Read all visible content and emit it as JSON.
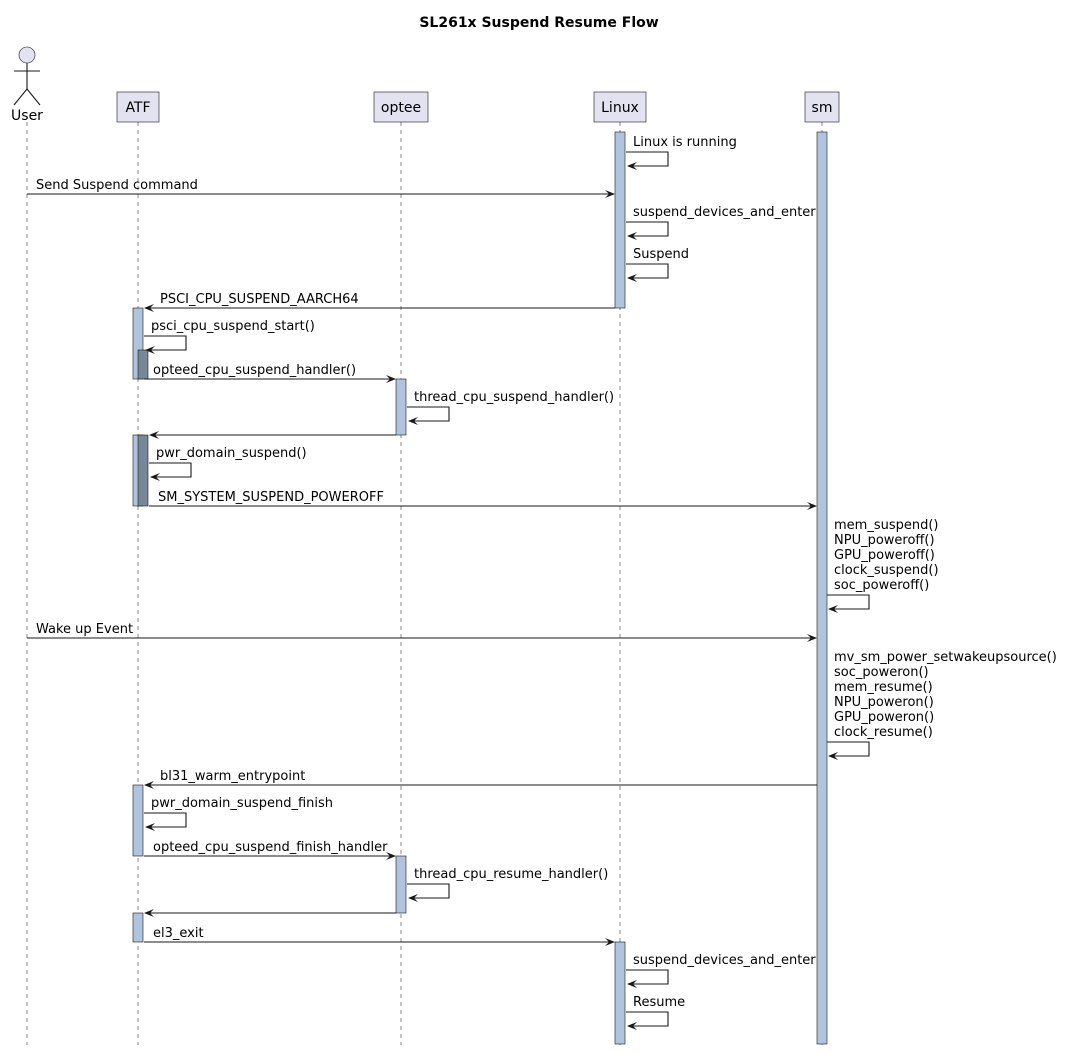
{
  "title": "SL261x Suspend Resume Flow",
  "participants": [
    {
      "id": "user",
      "label": "User",
      "kind": "actor"
    },
    {
      "id": "atf",
      "label": "ATF",
      "kind": "participant"
    },
    {
      "id": "optee",
      "label": "optee",
      "kind": "participant"
    },
    {
      "id": "linux",
      "label": "Linux",
      "kind": "participant"
    },
    {
      "id": "sm",
      "label": "sm",
      "kind": "participant"
    }
  ],
  "messages": [
    {
      "from": "linux",
      "to": "linux",
      "lines": [
        "Linux is running"
      ]
    },
    {
      "from": "user",
      "to": "linux",
      "lines": [
        "Send Suspend command"
      ]
    },
    {
      "from": "linux",
      "to": "linux",
      "lines": [
        "suspend_devices_and_enter"
      ]
    },
    {
      "from": "linux",
      "to": "linux",
      "lines": [
        "Suspend"
      ]
    },
    {
      "from": "linux",
      "to": "atf",
      "lines": [
        "PSCI_CPU_SUSPEND_AARCH64"
      ]
    },
    {
      "from": "atf",
      "to": "atf",
      "lines": [
        "psci_cpu_suspend_start()"
      ]
    },
    {
      "from": "atf",
      "to": "optee",
      "lines": [
        "opteed_cpu_suspend_handler()"
      ]
    },
    {
      "from": "optee",
      "to": "optee",
      "lines": [
        "thread_cpu_suspend_handler()"
      ]
    },
    {
      "from": "optee",
      "to": "atf",
      "lines": []
    },
    {
      "from": "atf",
      "to": "atf",
      "lines": [
        "pwr_domain_suspend()"
      ]
    },
    {
      "from": "atf",
      "to": "sm",
      "lines": [
        "SM_SYSTEM_SUSPEND_POWEROFF"
      ]
    },
    {
      "from": "sm",
      "to": "sm",
      "lines": [
        "mem_suspend()",
        "NPU_poweroff()",
        "GPU_poweroff()",
        "clock_suspend()",
        "soc_poweroff()"
      ]
    },
    {
      "from": "user",
      "to": "sm",
      "lines": [
        "Wake up Event"
      ]
    },
    {
      "from": "sm",
      "to": "sm",
      "lines": [
        "mv_sm_power_setwakeupsource()",
        "soc_poweron()",
        "mem_resume()",
        "NPU_poweron()",
        "GPU_poweron()",
        "clock_resume()"
      ]
    },
    {
      "from": "sm",
      "to": "atf",
      "lines": [
        "bl31_warm_entrypoint"
      ]
    },
    {
      "from": "atf",
      "to": "atf",
      "lines": [
        "pwr_domain_suspend_finish"
      ]
    },
    {
      "from": "atf",
      "to": "optee",
      "lines": [
        "opteed_cpu_suspend_finish_handler"
      ]
    },
    {
      "from": "optee",
      "to": "optee",
      "lines": [
        "thread_cpu_resume_handler()"
      ]
    },
    {
      "from": "optee",
      "to": "atf",
      "lines": []
    },
    {
      "from": "atf",
      "to": "linux",
      "lines": [
        "el3_exit"
      ]
    },
    {
      "from": "linux",
      "to": "linux",
      "lines": [
        "suspend_devices_and_enter"
      ]
    },
    {
      "from": "linux",
      "to": "linux",
      "lines": [
        "Resume"
      ]
    }
  ],
  "colors": {
    "participant_fill": "#E2E2F0",
    "activation_fill": "#B0C4DE",
    "activation_nested_fill": "#778899",
    "line": "#181818"
  }
}
